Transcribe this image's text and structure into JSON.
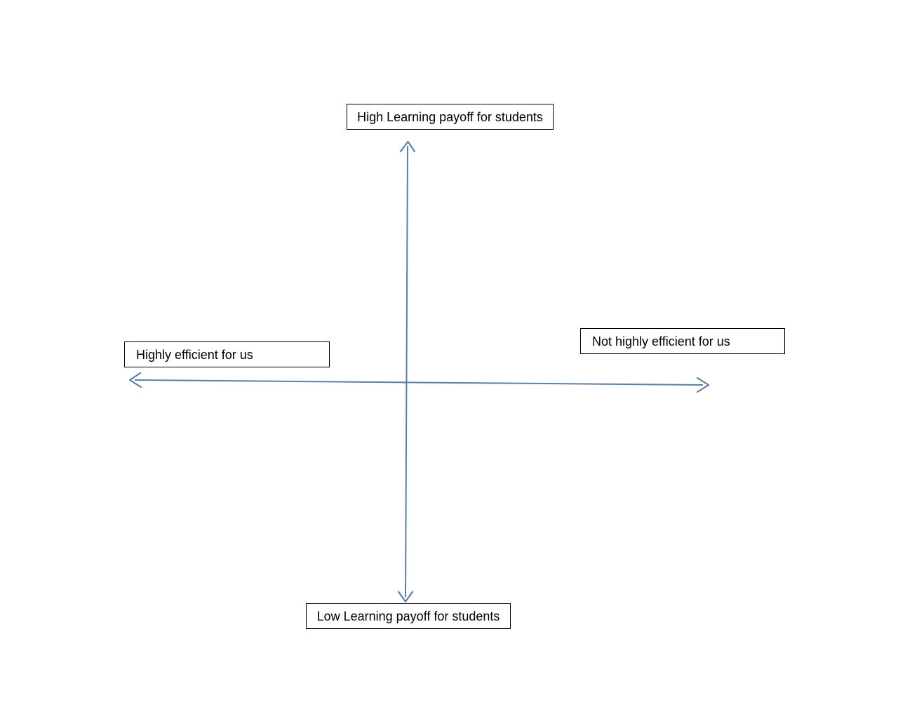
{
  "diagram": {
    "type": "two-axis-quadrant-matrix",
    "background_color": "#ffffff",
    "axis_color": "#5b7fa6",
    "box_border_color": "#000000",
    "box_fill_color": "#ffffff",
    "text_color": "#000000",
    "vertical_axis": {
      "name": "learning-payoff-axis",
      "top_label": "High Learning payoff for students",
      "bottom_label": "Low Learning payoff for students"
    },
    "horizontal_axis": {
      "name": "efficiency-axis",
      "left_label": "Highly efficient for us",
      "right_label": "Not highly efficient for us"
    },
    "labels": {
      "top": "High Learning payoff for students",
      "bottom": "Low Learning payoff for students",
      "left": "Highly efficient for us",
      "right": "Not highly efficient for us"
    }
  }
}
